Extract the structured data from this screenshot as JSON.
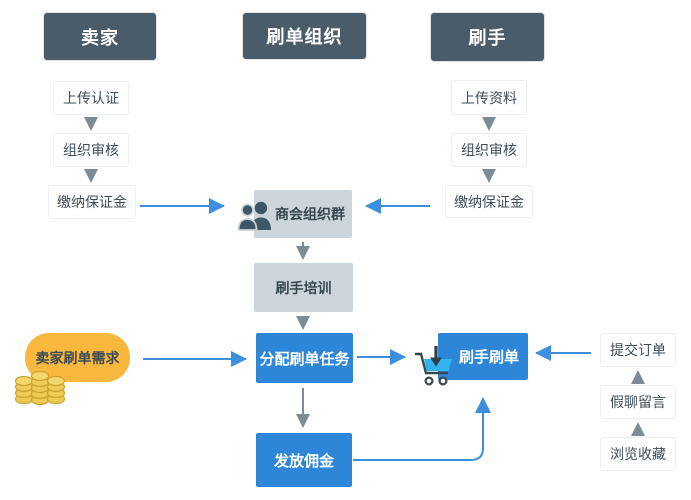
{
  "headers": {
    "seller": "卖家",
    "organization": "刷单组织",
    "brusher": "刷手"
  },
  "seller_steps": [
    "上传认证",
    "组织审核",
    "缴纳保证金"
  ],
  "brusher_steps": [
    "上传资料",
    "组织审核",
    "缴纳保证金"
  ],
  "organization": {
    "group": "商会组织群",
    "training": "刷手培训",
    "assign_task": "分配刷单任务",
    "commission": "发放佣金"
  },
  "seller_demand": "卖家刷单需求",
  "brush_order": "刷手刷单",
  "order_actions": [
    "提交订单",
    "假聊留言",
    "浏览收藏"
  ],
  "icons": {
    "group": "people-icon",
    "cart": "cart-download-icon",
    "coins": "coins-icon"
  },
  "colors": {
    "header_bg": "#4a5b6a",
    "gray_box_bg": "#cbd5db",
    "blue_box_bg": "#2e86d8",
    "pill_bg": "#f8b83e",
    "arrow_blue": "#3e8ede",
    "arrow_gray": "#7d8b95",
    "coin_fill": "#eecb55",
    "icon_dark": "#3e5666",
    "cart_fill": "#33b3f0"
  }
}
